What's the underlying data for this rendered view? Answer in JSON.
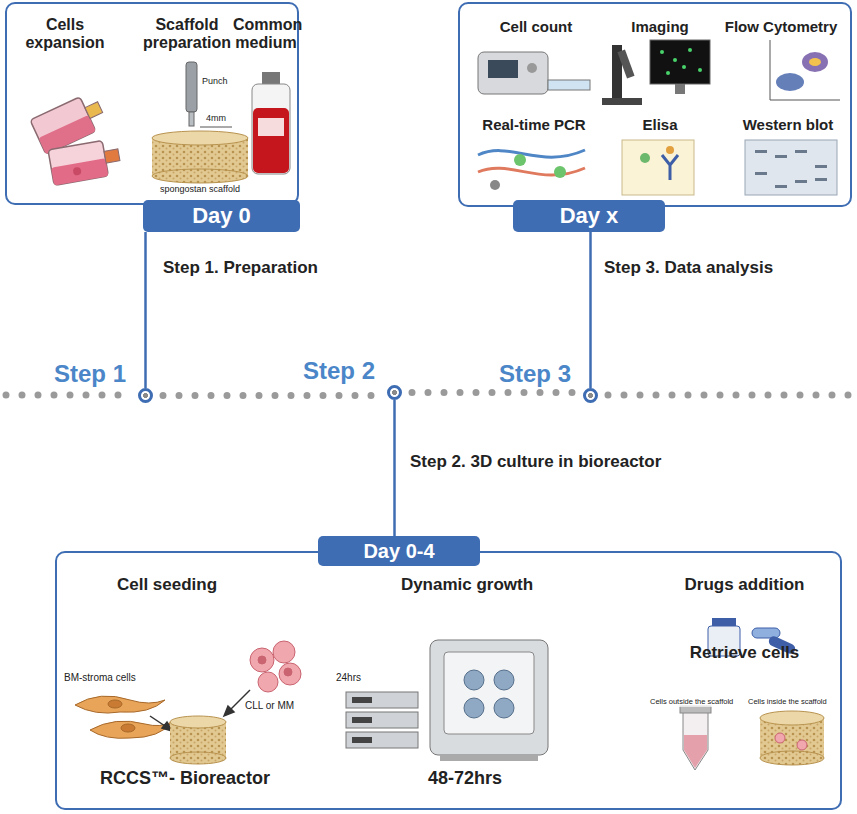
{
  "diagram": {
    "nodes": [
      {
        "text": [
          "Cells expansion",
          "Scaffold preparation",
          "Common medium"
        ]
      },
      {
        "text": [
          "Day 0"
        ]
      },
      {
        "text": [
          "Cell count",
          "Imaging",
          "Flow Cytometry",
          "Real-time PCR",
          "Elisa",
          "Western blot"
        ]
      },
      {
        "text": [
          "Day x"
        ]
      },
      {
        "text": [
          "Step 1"
        ]
      },
      {
        "text": [
          "Step 2"
        ]
      },
      {
        "text": [
          "Step 3"
        ]
      },
      {
        "text": [
          "Cell seeding",
          "Dynamic growth",
          "Drugs addition",
          "Retrieve cells"
        ]
      },
      {
        "text": [
          "Day 0-4"
        ]
      }
    ],
    "edges": [
      {
        "from": 4,
        "to": 1,
        "arrow": "none"
      },
      {
        "from": 6,
        "to": 3,
        "arrow": "none"
      },
      {
        "from": 5,
        "to": 8,
        "arrow": "none"
      },
      {
        "from": 4,
        "to": 5,
        "arrow": "none"
      },
      {
        "from": 5,
        "to": 6,
        "arrow": "none"
      }
    ],
    "labels": [
      "Step 1. Preparation",
      "Step 3. Data analysis",
      "Step 2. 3D culture in bioreactor",
      "Punch",
      "4mm",
      "spongostan scaffold",
      "BM-stroma cells",
      "CLL or MM",
      "24hrs",
      "RCCS™- Bioreactor",
      "48-72hrs",
      "Cells outside the scaffold",
      "Cells inside the scaffold"
    ]
  }
}
